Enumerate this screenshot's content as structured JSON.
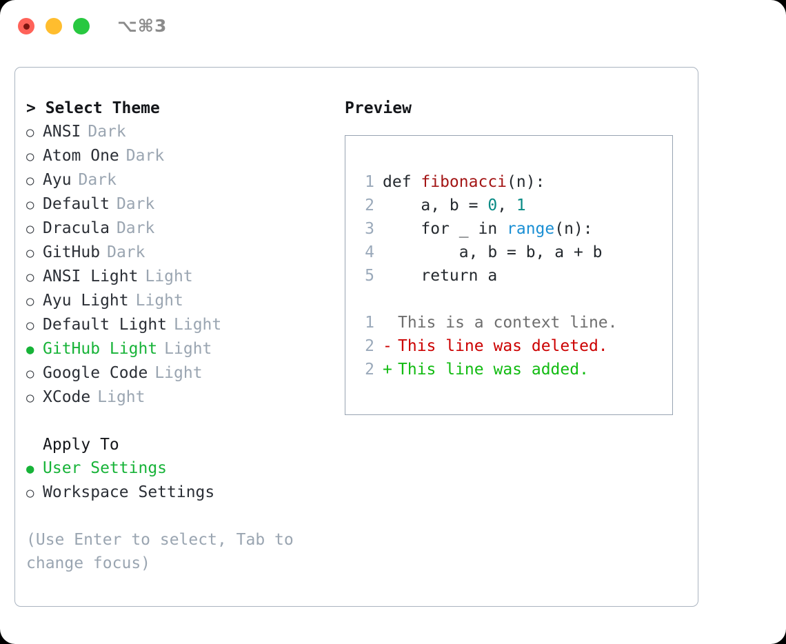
{
  "titlebar": {
    "shortcut": "⌥⌘3",
    "lights": [
      {
        "name": "close",
        "color": "#ff6259"
      },
      {
        "name": "minimize",
        "color": "#ffbd2e"
      },
      {
        "name": "zoom",
        "color": "#28c840"
      }
    ]
  },
  "theme_picker": {
    "header": "> Select Theme",
    "items": [
      {
        "bullet": "○",
        "label": "ANSI",
        "tag": "Dark",
        "selected": false
      },
      {
        "bullet": "○",
        "label": "Atom One",
        "tag": "Dark",
        "selected": false
      },
      {
        "bullet": "○",
        "label": "Ayu",
        "tag": "Dark",
        "selected": false
      },
      {
        "bullet": "○",
        "label": "Default",
        "tag": "Dark",
        "selected": false
      },
      {
        "bullet": "○",
        "label": "Dracula",
        "tag": "Dark",
        "selected": false
      },
      {
        "bullet": "○",
        "label": "GitHub",
        "tag": "Dark",
        "selected": false
      },
      {
        "bullet": "○",
        "label": "ANSI Light",
        "tag": "Light",
        "selected": false
      },
      {
        "bullet": "○",
        "label": "Ayu Light",
        "tag": "Light",
        "selected": false
      },
      {
        "bullet": "○",
        "label": "Default Light",
        "tag": "Light",
        "selected": false
      },
      {
        "bullet": "●",
        "label": "GitHub Light",
        "tag": "Light",
        "selected": true
      },
      {
        "bullet": "○",
        "label": "Google Code",
        "tag": "Light",
        "selected": false
      },
      {
        "bullet": "○",
        "label": "XCode",
        "tag": "Light",
        "selected": false
      }
    ]
  },
  "apply_to": {
    "header": "Apply To",
    "items": [
      {
        "bullet": "●",
        "label": "User Settings",
        "selected": true
      },
      {
        "bullet": "○",
        "label": "Workspace Settings",
        "selected": false
      }
    ]
  },
  "hint": "(Use Enter to select, Tab to change focus)",
  "preview": {
    "header": "Preview",
    "code_lines": [
      {
        "no": "1",
        "parts": [
          {
            "text": "def ",
            "style": "plain"
          },
          {
            "text": "fibonacci",
            "style": "fn"
          },
          {
            "text": "(n):",
            "style": "plain"
          }
        ]
      },
      {
        "no": "2",
        "parts": [
          {
            "text": "    a, b = ",
            "style": "plain"
          },
          {
            "text": "0",
            "style": "num"
          },
          {
            "text": ", ",
            "style": "plain"
          },
          {
            "text": "1",
            "style": "num"
          }
        ]
      },
      {
        "no": "3",
        "parts": [
          {
            "text": "    for _ in ",
            "style": "plain"
          },
          {
            "text": "range",
            "style": "call"
          },
          {
            "text": "(n):",
            "style": "plain"
          }
        ]
      },
      {
        "no": "4",
        "parts": [
          {
            "text": "        a, b = b, a + b",
            "style": "plain"
          }
        ]
      },
      {
        "no": "5",
        "parts": [
          {
            "text": "    return a",
            "style": "plain"
          }
        ]
      }
    ],
    "diff_lines": [
      {
        "no": "1",
        "mark": " ",
        "text": "This is a context line.",
        "kind": "ctx"
      },
      {
        "no": "2",
        "mark": "-",
        "text": "This line was deleted.",
        "kind": "del"
      },
      {
        "no": "2",
        "mark": "+",
        "text": "This line was added.",
        "kind": "add"
      }
    ]
  },
  "colors": {
    "accent_green": "#17b338",
    "tag_gray": "#9aa5b1",
    "diff_added": "#11bb11",
    "diff_deleted": "#cc0000",
    "token_function": "#a31515",
    "token_number": "#078a84",
    "token_call": "#1a8fd4"
  }
}
